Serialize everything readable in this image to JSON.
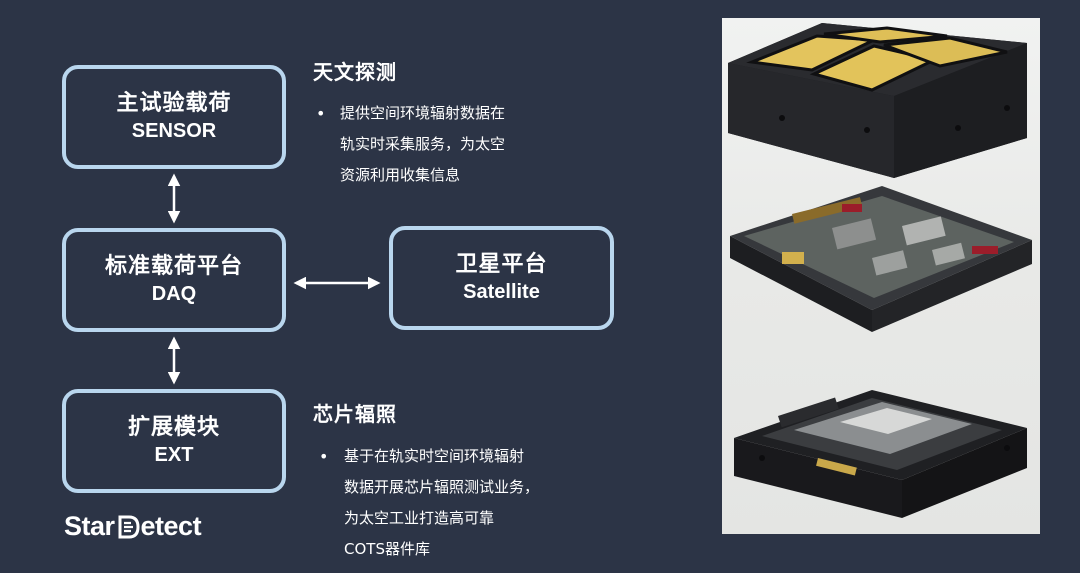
{
  "diagram": {
    "sensor_box": {
      "zh": "主试验载荷",
      "en": "SENSOR"
    },
    "daq_box": {
      "zh": "标准载荷平台",
      "en": "DAQ"
    },
    "ext_box": {
      "zh": "扩展模块",
      "en": "EXT"
    },
    "satellite_box": {
      "zh": "卫星平台",
      "en": "Satellite"
    }
  },
  "sections": [
    {
      "title": "天文探测",
      "bullet": "•",
      "lines": [
        "提供空间环境辐射数据在",
        "轨实时采集服务，为太空",
        "资源利用收集信息"
      ]
    },
    {
      "title": "芯片辐照",
      "bullet": "•",
      "lines": [
        "基于在轨实时空间环境辐射",
        "数据开展芯片辐照测试业务，",
        "为太空工业打造高可靠",
        "COTS器件库"
      ]
    }
  ],
  "logo": {
    "left": "Star",
    "right": "etect",
    "mark_icon": "d-letter-logo-mark"
  },
  "colors": {
    "background": "#2c3446",
    "box_border": "#b9d6ee",
    "text": "#ffffff",
    "photo_background": "#eceeec",
    "gold_sensor": "#e2c35a",
    "hardware_dark": "#1c1d20"
  },
  "photo": {
    "items": [
      "gold-sensor-module",
      "electronics-board-module",
      "expansion-chip-module"
    ]
  }
}
